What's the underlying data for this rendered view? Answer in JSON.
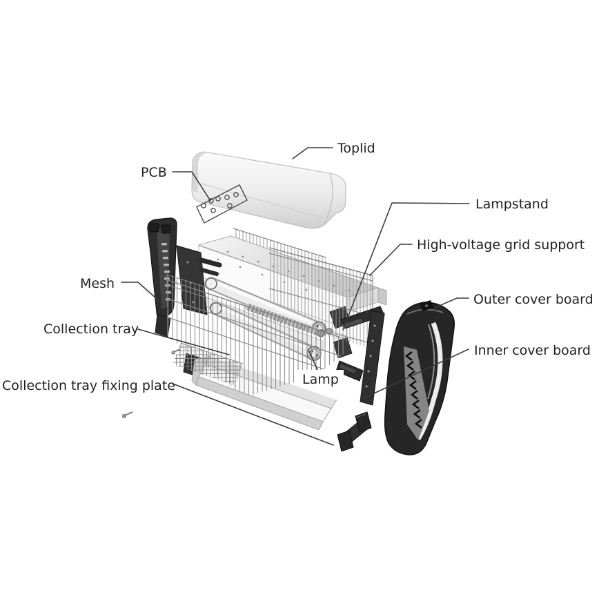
{
  "figure": {
    "kind": "exploded-parts-diagram",
    "background_color": "#ffffff",
    "leader_line_color": "#3a3a3a",
    "label_text_color": "#1f1f1f",
    "dark_plastic_color": "#2d2d2d",
    "light_metal_color": "#f2f2f2",
    "mesh_wire_color": "#8f8f8f"
  },
  "labels": [
    {
      "id": "toplid",
      "text": "Toplid"
    },
    {
      "id": "pcb",
      "text": "PCB"
    },
    {
      "id": "lampstand",
      "text": "Lampstand"
    },
    {
      "id": "high-voltage-grid-support",
      "text": "High-voltage grid support"
    },
    {
      "id": "mesh",
      "text": "Mesh"
    },
    {
      "id": "outer-cover-board",
      "text": "Outer cover board"
    },
    {
      "id": "collection-tray",
      "text": "Collection tray"
    },
    {
      "id": "inner-cover-board",
      "text": "Inner cover board"
    },
    {
      "id": "lamp",
      "text": "Lamp"
    },
    {
      "id": "collection-tray-fixing-plate",
      "text": "Collection tray fixing plate"
    }
  ]
}
